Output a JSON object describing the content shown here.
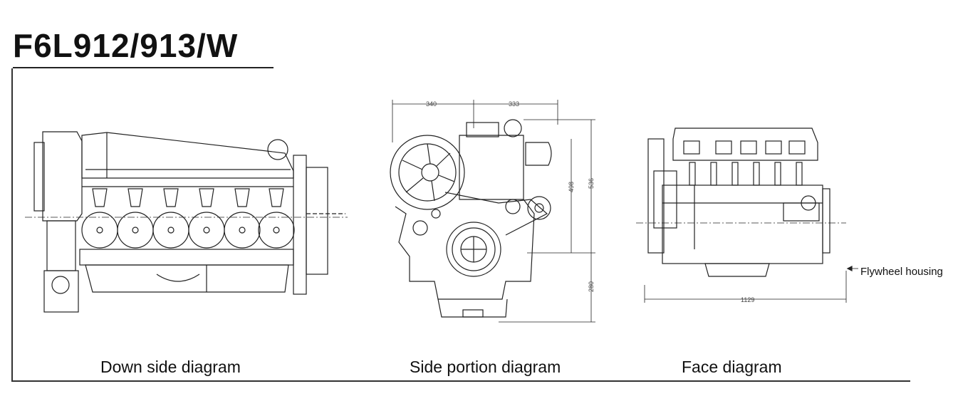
{
  "header": {
    "title": "F6L912/913/W"
  },
  "views": [
    {
      "caption": "Down side diagram"
    },
    {
      "caption": "Side portion diagram"
    },
    {
      "caption": "Face diagram"
    }
  ],
  "callouts": {
    "flywheel": "Flywheel housing"
  },
  "dimensions": {
    "d340": "340",
    "d333": "333",
    "d498": "498",
    "d536": "536",
    "d280": "280",
    "d1129": "1129"
  }
}
